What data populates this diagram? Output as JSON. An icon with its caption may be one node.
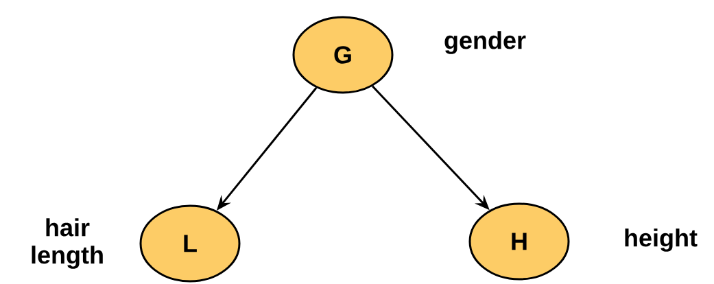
{
  "diagram": {
    "nodes": [
      {
        "text": [
          "G"
        ],
        "beside": [
          "gender"
        ]
      },
      {
        "text": [
          "L"
        ],
        "beside": [
          "hair length"
        ]
      },
      {
        "text": [
          "H"
        ],
        "beside": [
          "height"
        ]
      }
    ],
    "edges": [
      {
        "from": 0,
        "to": 1,
        "arrow": "to"
      },
      {
        "from": 0,
        "to": 2,
        "arrow": "to"
      }
    ]
  }
}
